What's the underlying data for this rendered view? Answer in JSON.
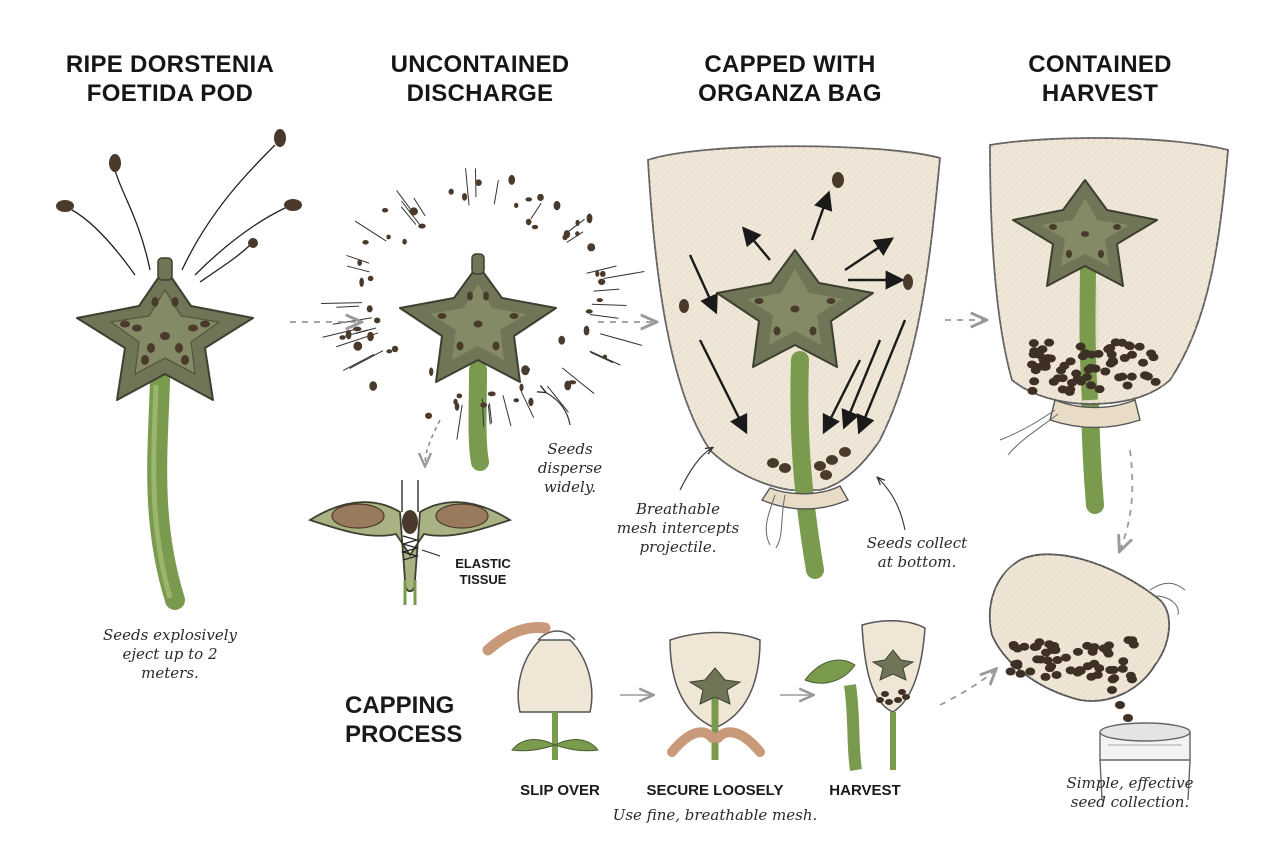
{
  "titles": {
    "stage1": [
      "RIPE DORSTENIA",
      "FOETIDA POD"
    ],
    "stage2": [
      "UNCONTAINED",
      "DISCHARGE"
    ],
    "stage3": [
      "CAPPED WITH",
      "ORGANZA BAG"
    ],
    "stage4": [
      "CONTAINED",
      "HARVEST"
    ]
  },
  "notes": {
    "eject": [
      "Seeds explosively",
      "eject up to 2",
      "meters."
    ],
    "disperse": [
      "Seeds",
      "disperse",
      "widely."
    ],
    "mesh": [
      "Breathable",
      "mesh intercepts",
      "projectile."
    ],
    "collect": [
      "Seeds collect",
      "at bottom."
    ],
    "mesh_tip": "Use fine, breathable mesh.",
    "simple": [
      "Simple, effective",
      "seed collection."
    ]
  },
  "labels": {
    "elastic": [
      "ELASTIC",
      "TISSUE"
    ],
    "capping": [
      "CAPPING",
      "PROCESS"
    ],
    "steps": [
      "SLIP OVER",
      "SECURE LOOSELY",
      "HARVEST"
    ]
  },
  "colors": {
    "pod": "#6f7556",
    "pod_dark": "#4b4f39",
    "stem": "#7a9a4e",
    "seed": "#4a3a2c",
    "bag": "#efe6d6",
    "arrow": "#9a9a9a"
  }
}
